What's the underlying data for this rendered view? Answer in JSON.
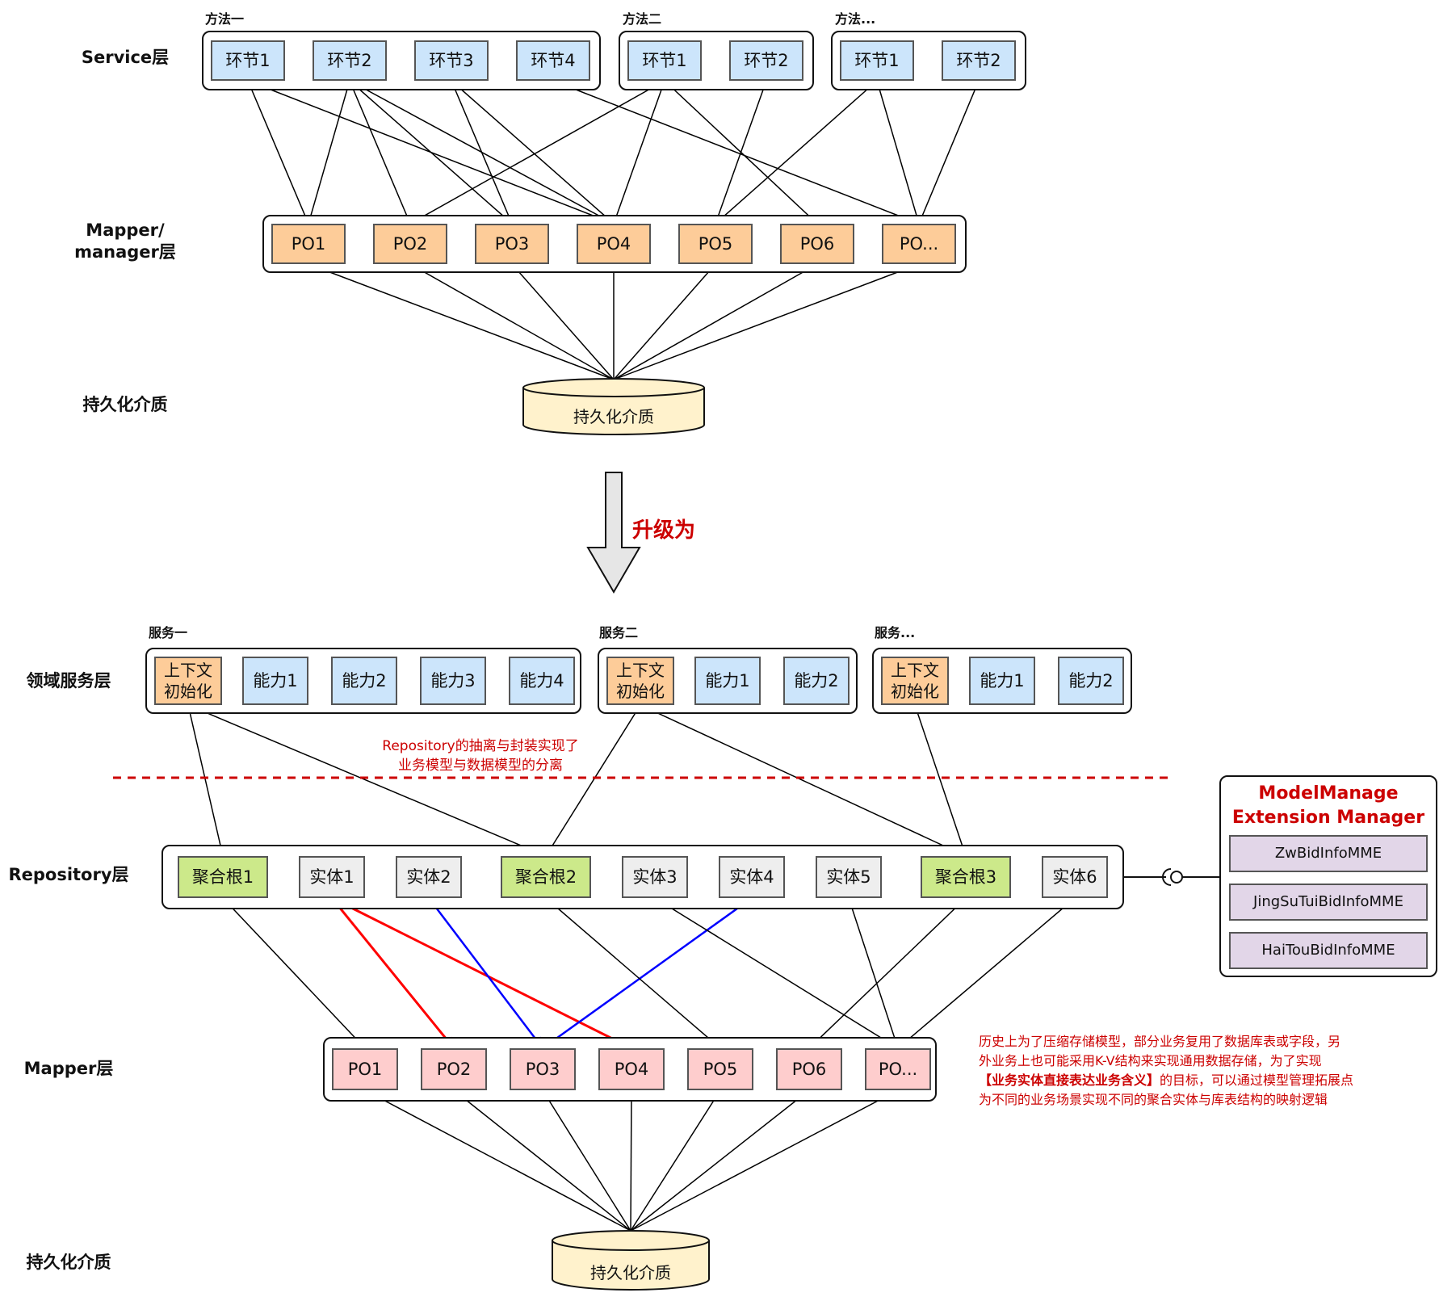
{
  "top": {
    "layers": {
      "service": "Service层",
      "mapper": "Mapper/\nmanager层",
      "storage": "持久化介质"
    },
    "groups": [
      {
        "title": "方法一",
        "steps": [
          "环节1",
          "环节2",
          "环节3",
          "环节4"
        ]
      },
      {
        "title": "方法二",
        "steps": [
          "环节1",
          "环节2"
        ]
      },
      {
        "title": "方法...",
        "steps": [
          "环节1",
          "环节2"
        ]
      }
    ],
    "pos": [
      "PO1",
      "PO2",
      "PO3",
      "PO4",
      "PO5",
      "PO6",
      "PO..."
    ],
    "db_label": "持久化介质"
  },
  "transition": {
    "label": "升级为"
  },
  "bottom": {
    "layers": {
      "domain": "领域服务层",
      "repository": "Repository层",
      "mapper": "Mapper层",
      "storage": "持久化介质"
    },
    "groups": [
      {
        "title": "服务一",
        "context": "上下文\n初始化",
        "abilities": [
          "能力1",
          "能力2",
          "能力3",
          "能力4"
        ]
      },
      {
        "title": "服务二",
        "context": "上下文\n初始化",
        "abilities": [
          "能力1",
          "能力2"
        ]
      },
      {
        "title": "服务...",
        "context": "上下文\n初始化",
        "abilities": [
          "能力1",
          "能力2"
        ]
      }
    ],
    "separator_note": "Repository的抽离与封装实现了\n业务模型与数据模型的分离",
    "repository_items": [
      {
        "label": "聚合根1",
        "kind": "aggregate"
      },
      {
        "label": "实体1",
        "kind": "entity"
      },
      {
        "label": "实体2",
        "kind": "entity"
      },
      {
        "label": "聚合根2",
        "kind": "aggregate"
      },
      {
        "label": "实体3",
        "kind": "entity"
      },
      {
        "label": "实体4",
        "kind": "entity"
      },
      {
        "label": "实体5",
        "kind": "entity"
      },
      {
        "label": "聚合根3",
        "kind": "aggregate"
      },
      {
        "label": "实体6",
        "kind": "entity"
      }
    ],
    "pos": [
      "PO1",
      "PO2",
      "PO3",
      "PO4",
      "PO5",
      "PO6",
      "PO..."
    ],
    "db_label": "持久化介质",
    "mme": {
      "title": "ModelManage\nExtension Manager",
      "items": [
        "ZwBidInfoMME",
        "JingSuTuiBidInfoMME",
        "HaiTouBidInfoMME"
      ]
    },
    "side_note": {
      "line1": "历史上为了压缩存储模型，部分业务复用了数据库表或字段，另",
      "line2": "外业务上也可能采用K-V结构来实现通用数据存储，为了实现",
      "line3_bold": "【业务实体直接表达业务含义】",
      "line3_rest": "的目标，可以通过模型管理拓展点",
      "line4": "为不同的业务场景实现不同的聚合实体与库表结构的映射逻辑"
    }
  },
  "colors": {
    "accent_red": "#cc0000",
    "link_magenta": "#cc00cc",
    "map_red": "#ff0000",
    "map_blue": "#0000ff"
  }
}
